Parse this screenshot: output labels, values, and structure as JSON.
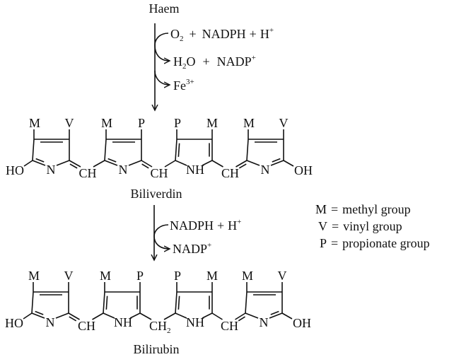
{
  "compounds": {
    "haem": "Haem",
    "biliverdin": "Biliverdin",
    "bilirubin": "Bilirubin"
  },
  "step1": {
    "reactants": {
      "o": "O",
      "o_sub": "2",
      "plus1": "+",
      "nadph": "NADPH",
      "plus2": "+",
      "h": "H",
      "h_sup": "+"
    },
    "products": {
      "h": "H",
      "h_sub": "2",
      "o": "O",
      "plus": "+",
      "nadp": "NADP",
      "nadp_sup": "+"
    },
    "iron": {
      "fe": "Fe",
      "fe_sup": "3+"
    }
  },
  "step2": {
    "reactants": {
      "nadph": "NADPH",
      "plus": "+",
      "h": "H",
      "h_sup": "+"
    },
    "products": {
      "nadp": "NADP",
      "nadp_sup": "+"
    }
  },
  "biliverdin": {
    "substituents": [
      [
        "M",
        "V"
      ],
      [
        "M",
        "P"
      ],
      [
        "P",
        "M"
      ],
      [
        "M",
        "V"
      ]
    ],
    "ring_n": [
      "N",
      "N",
      "NH",
      "N"
    ],
    "bridges": [
      "CH",
      "CH",
      "CH"
    ],
    "ho": "HO",
    "oh": "OH"
  },
  "bilirubin": {
    "substituents": [
      [
        "M",
        "V"
      ],
      [
        "M",
        "P"
      ],
      [
        "P",
        "M"
      ],
      [
        "M",
        "V"
      ]
    ],
    "ring_n": [
      "N",
      "NH",
      "NH",
      "N"
    ],
    "bridges": [
      "CH",
      "CH",
      "CH"
    ],
    "ch2": "CH",
    "ch2_sub": "2",
    "ho": "HO",
    "oh": "OH"
  },
  "legend": [
    {
      "key": "M",
      "eq": "=",
      "desc": "methyl group"
    },
    {
      "key": "V",
      "eq": "=",
      "desc": "vinyl group"
    },
    {
      "key": "P",
      "eq": "=",
      "desc": "propionate group"
    }
  ]
}
